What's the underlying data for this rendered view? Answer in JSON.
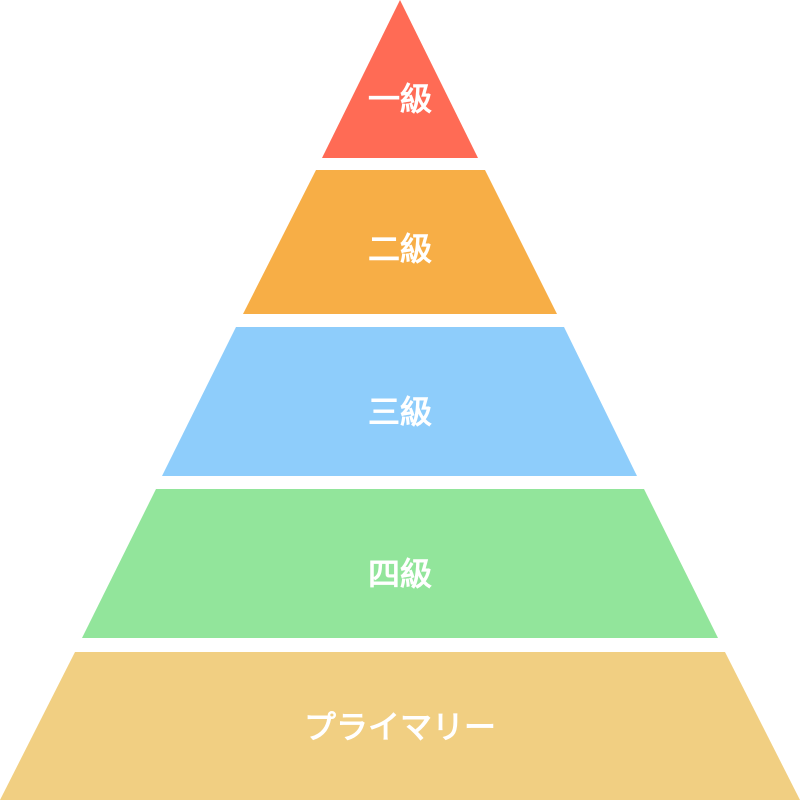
{
  "pyramid": {
    "tiers": [
      {
        "label": "一級",
        "color": "#FF6B55"
      },
      {
        "label": "二級",
        "color": "#F7AE46"
      },
      {
        "label": "三級",
        "color": "#8ECDFB"
      },
      {
        "label": "四級",
        "color": "#92E59B"
      },
      {
        "label": "プライマリー",
        "color": "#F1CF82"
      }
    ]
  }
}
